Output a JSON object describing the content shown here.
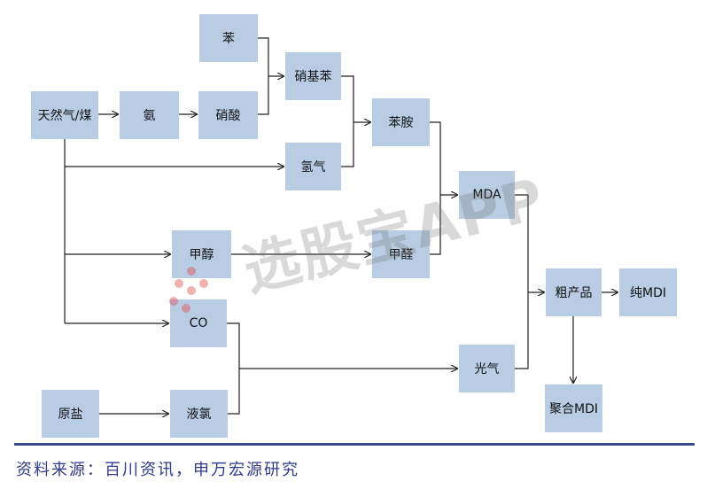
{
  "nodes": {
    "benzene": "苯",
    "natural_gas_coal": "天然气/煤",
    "ammonia": "氨",
    "nitric_acid": "硝酸",
    "nitrobenzene": "硝基苯",
    "aniline": "苯胺",
    "hydrogen": "氢气",
    "mda": "MDA",
    "methanol": "甲醇",
    "formaldehyde": "甲醛",
    "crude_product": "粗产品",
    "pure_mdi": "纯MDI",
    "co": "CO",
    "phosgene": "光气",
    "polymeric_mdi": "聚合MDI",
    "raw_salt": "原盐",
    "liquid_chlorine": "液氯"
  },
  "watermark": "选股宝APP",
  "source_note": "资料来源：百川资讯，申万宏源研究",
  "colors": {
    "node_fill": "#b8cce4",
    "line": "#222222",
    "divider": "#3a4a8c",
    "source_text": "#2e3b8e"
  }
}
